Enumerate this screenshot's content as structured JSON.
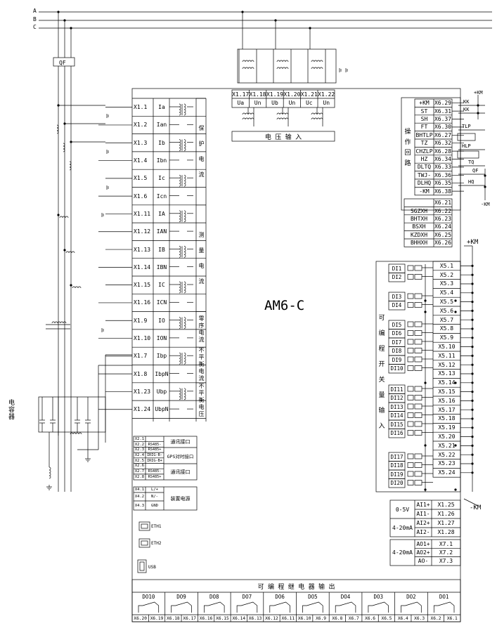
{
  "title": "AM6-C",
  "buses": [
    "A",
    "B",
    "C"
  ],
  "qf_label": "QF",
  "voltage": {
    "terminals": [
      "X1.17",
      "X1.18",
      "X1.19",
      "X1.20",
      "X1.21",
      "X1.22"
    ],
    "channels": [
      "Ua",
      "Un",
      "Ub",
      "Un",
      "Uc",
      "Un"
    ],
    "title": "电 压 输 入"
  },
  "current": {
    "rows": [
      {
        "t": "X1.1",
        "c": "Ia"
      },
      {
        "t": "X1.2",
        "c": "Ian"
      },
      {
        "t": "X1.3",
        "c": "Ib"
      },
      {
        "t": "X1.4",
        "c": "Ibn"
      },
      {
        "t": "X1.5",
        "c": "Ic"
      },
      {
        "t": "X1.6",
        "c": "Icn"
      },
      {
        "t": "X1.11",
        "c": "IA"
      },
      {
        "t": "X1.12",
        "c": "IAN"
      },
      {
        "t": "X1.13",
        "c": "IB"
      },
      {
        "t": "X1.14",
        "c": "IBN"
      },
      {
        "t": "X1.15",
        "c": "IC"
      },
      {
        "t": "X1.16",
        "c": "ICN"
      },
      {
        "t": "X1.9",
        "c": "IO"
      },
      {
        "t": "X1.10",
        "c": "ION"
      },
      {
        "t": "X1.7",
        "c": "Ibp"
      },
      {
        "t": "X1.8",
        "c": "IbpN"
      },
      {
        "t": "X1.23",
        "c": "Ubp"
      },
      {
        "t": "X1.24",
        "c": "UbpN"
      }
    ],
    "groups": [
      {
        "label": "保护电流"
      },
      {
        "label": "测量电流"
      },
      {
        "label": "零序电流"
      },
      {
        "label": "不平衡电流"
      },
      {
        "label": "不平衡电压"
      }
    ]
  },
  "capacitor_label": "电容器",
  "comm": {
    "rows": [
      {
        "t": "X2.1",
        "s": ""
      },
      {
        "t": "X2.2",
        "s": "RS485-"
      },
      {
        "t": "X2.3",
        "s": "RS485+"
      },
      {
        "t": "X2.4",
        "s": "IRIG-B-"
      },
      {
        "t": "X2.5",
        "s": "IRIG-B+"
      },
      {
        "t": "X2.6",
        "s": ""
      },
      {
        "t": "X2.7",
        "s": "RS485-"
      },
      {
        "t": "X2.8",
        "s": "RS485+"
      }
    ],
    "labels": [
      "通讯接口",
      "GPS对时接口",
      "通讯接口"
    ]
  },
  "power": {
    "rows": [
      {
        "t": "X4.1",
        "s": "L/+"
      },
      {
        "t": "X4.2",
        "s": "N/-"
      },
      {
        "t": "X4.3",
        "s": "GND"
      }
    ],
    "label": "装置电源"
  },
  "ports": [
    "ETH1",
    "ETH2",
    "USB"
  ],
  "operation": {
    "label": "操作回路",
    "rows": [
      {
        "s": "+KM",
        "t": "X6.29"
      },
      {
        "s": "ST",
        "t": "X6.31"
      },
      {
        "s": "SH",
        "t": "X6.37"
      },
      {
        "s": "FT",
        "t": "X6.30"
      },
      {
        "s": "BHTLP",
        "t": "X6.27"
      },
      {
        "s": "TZ",
        "t": "X6.32"
      },
      {
        "s": "CHZLP",
        "t": "X6.28"
      },
      {
        "s": "HZ",
        "t": "X6.34"
      },
      {
        "s": "DLTQ",
        "t": "X6.33"
      },
      {
        "s": "TWJ-",
        "t": "X6.36"
      },
      {
        "s": "DLHQ",
        "t": "X6.35"
      },
      {
        "s": "-KM",
        "t": "X6.38"
      }
    ],
    "ext": [
      "KK",
      "KK",
      "TLP",
      "HLP",
      "TQ",
      "QF",
      "HQ"
    ],
    "plus_km": "+KM",
    "minus_km": "-KM"
  },
  "signals": {
    "rows": [
      {
        "s": "",
        "t": "X6.21"
      },
      {
        "s": "SGZXH",
        "t": "X6.22"
      },
      {
        "s": "BHTXH",
        "t": "X6.23"
      },
      {
        "s": "BSXH",
        "t": "X6.24"
      },
      {
        "s": "KZDXH",
        "t": "X6.25"
      },
      {
        "s": "BHHXH",
        "t": "X6.26"
      }
    ]
  },
  "di": {
    "label": "可编程开关量输入",
    "plus_km": "+KM",
    "minus_km": "-KM",
    "inputs": [
      "DI1",
      "DI2",
      "DI3",
      "DI4",
      "DI5",
      "DI6",
      "DI7",
      "DI8",
      "DI9",
      "DI10",
      "DI11",
      "DI12",
      "DI13",
      "DI14",
      "DI15",
      "DI16",
      "DI17",
      "DI18",
      "DI19",
      "DI20"
    ],
    "terminals": [
      "X5.1",
      "X5.2",
      "X5.3",
      "X5.4",
      "X5.5",
      "X5.6",
      "X5.7",
      "X5.8",
      "X5.9",
      "X5.10",
      "X5.11",
      "X5.12",
      "X5.13",
      "X5.14",
      "X5.15",
      "X5.16",
      "X5.17",
      "X5.18",
      "X5.19",
      "X5.20",
      "X5.21",
      "X5.22",
      "X5.23",
      "X5.24"
    ]
  },
  "analog_in": {
    "rows": [
      {
        "range": "0-5V",
        "s": "AI1+",
        "t": "X1.25"
      },
      {
        "range": "",
        "s": "AI1-",
        "t": "X1.26"
      },
      {
        "range": "4-20mA",
        "s": "AI2+",
        "t": "X1.27"
      },
      {
        "range": "",
        "s": "AI2-",
        "t": "X1.28"
      }
    ]
  },
  "analog_out": {
    "range": "4-20mA",
    "rows": [
      {
        "s": "AO1+",
        "t": "X7.1"
      },
      {
        "s": "AO2+",
        "t": "X7.2"
      },
      {
        "s": "AO-",
        "t": "X7.3"
      }
    ]
  },
  "relay": {
    "title": "可 编 程 继 电 器 输 出",
    "outputs": [
      "DO10",
      "DO9",
      "DO8",
      "DO7",
      "DO6",
      "DO5",
      "DO4",
      "DO3",
      "DO2",
      "DO1"
    ],
    "terminals": [
      "X6.20",
      "X6.19",
      "X6.18",
      "X6.17",
      "X6.16",
      "X6.15",
      "X6.14",
      "X6.13",
      "X6.12",
      "X6.11",
      "X6.10",
      "X6.9",
      "X6.8",
      "X6.7",
      "X6.6",
      "X6.5",
      "X6.4",
      "X6.3",
      "X6.2",
      "X6.1"
    ]
  }
}
